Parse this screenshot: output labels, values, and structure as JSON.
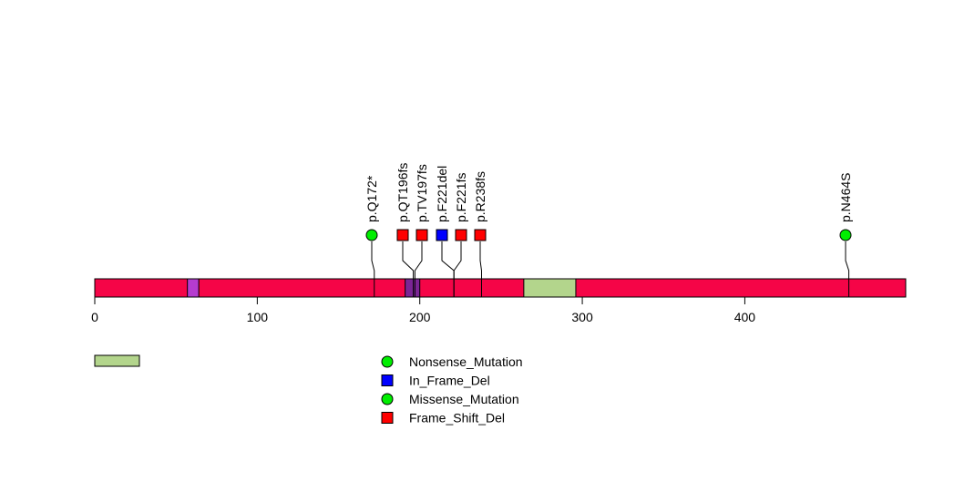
{
  "chart_data": {
    "type": "lollipop",
    "protein_length": 499,
    "xlim": [
      0,
      499
    ],
    "x_ticks": [
      0,
      100,
      200,
      300,
      400
    ],
    "backbone_color": "#f50547",
    "domains": [
      {
        "start": 57,
        "end": 64,
        "color": "#b53ccf"
      },
      {
        "start": 191,
        "end": 200,
        "color": "#7b2595"
      },
      {
        "start": 264,
        "end": 296,
        "color": "#b3d58c"
      }
    ],
    "mutations": [
      {
        "label": "p.Q172*",
        "position": 172,
        "type": "Nonsense_Mutation"
      },
      {
        "label": "p.QT196fs",
        "position": 196,
        "type": "Frame_Shift_Del"
      },
      {
        "label": "p.TV197fs",
        "position": 197,
        "type": "Frame_Shift_Del"
      },
      {
        "label": "p.F221del",
        "position": 221,
        "type": "In_Frame_Del"
      },
      {
        "label": "p.F221fs",
        "position": 221,
        "type": "Frame_Shift_Del"
      },
      {
        "label": "p.R238fs",
        "position": 238,
        "type": "Frame_Shift_Del"
      },
      {
        "label": "p.N464S",
        "position": 464,
        "type": "Missense_Mutation"
      }
    ],
    "legend": [
      {
        "label": "Nonsense_Mutation",
        "shape": "circle",
        "color": "#00ee00"
      },
      {
        "label": "In_Frame_Del",
        "shape": "square",
        "color": "#0000ff"
      },
      {
        "label": "Missense_Mutation",
        "shape": "circle",
        "color": "#00ee00"
      },
      {
        "label": "Frame_Shift_Del",
        "shape": "square",
        "color": "#ff0000"
      }
    ],
    "domain_legend_color": "#b3d58c"
  }
}
